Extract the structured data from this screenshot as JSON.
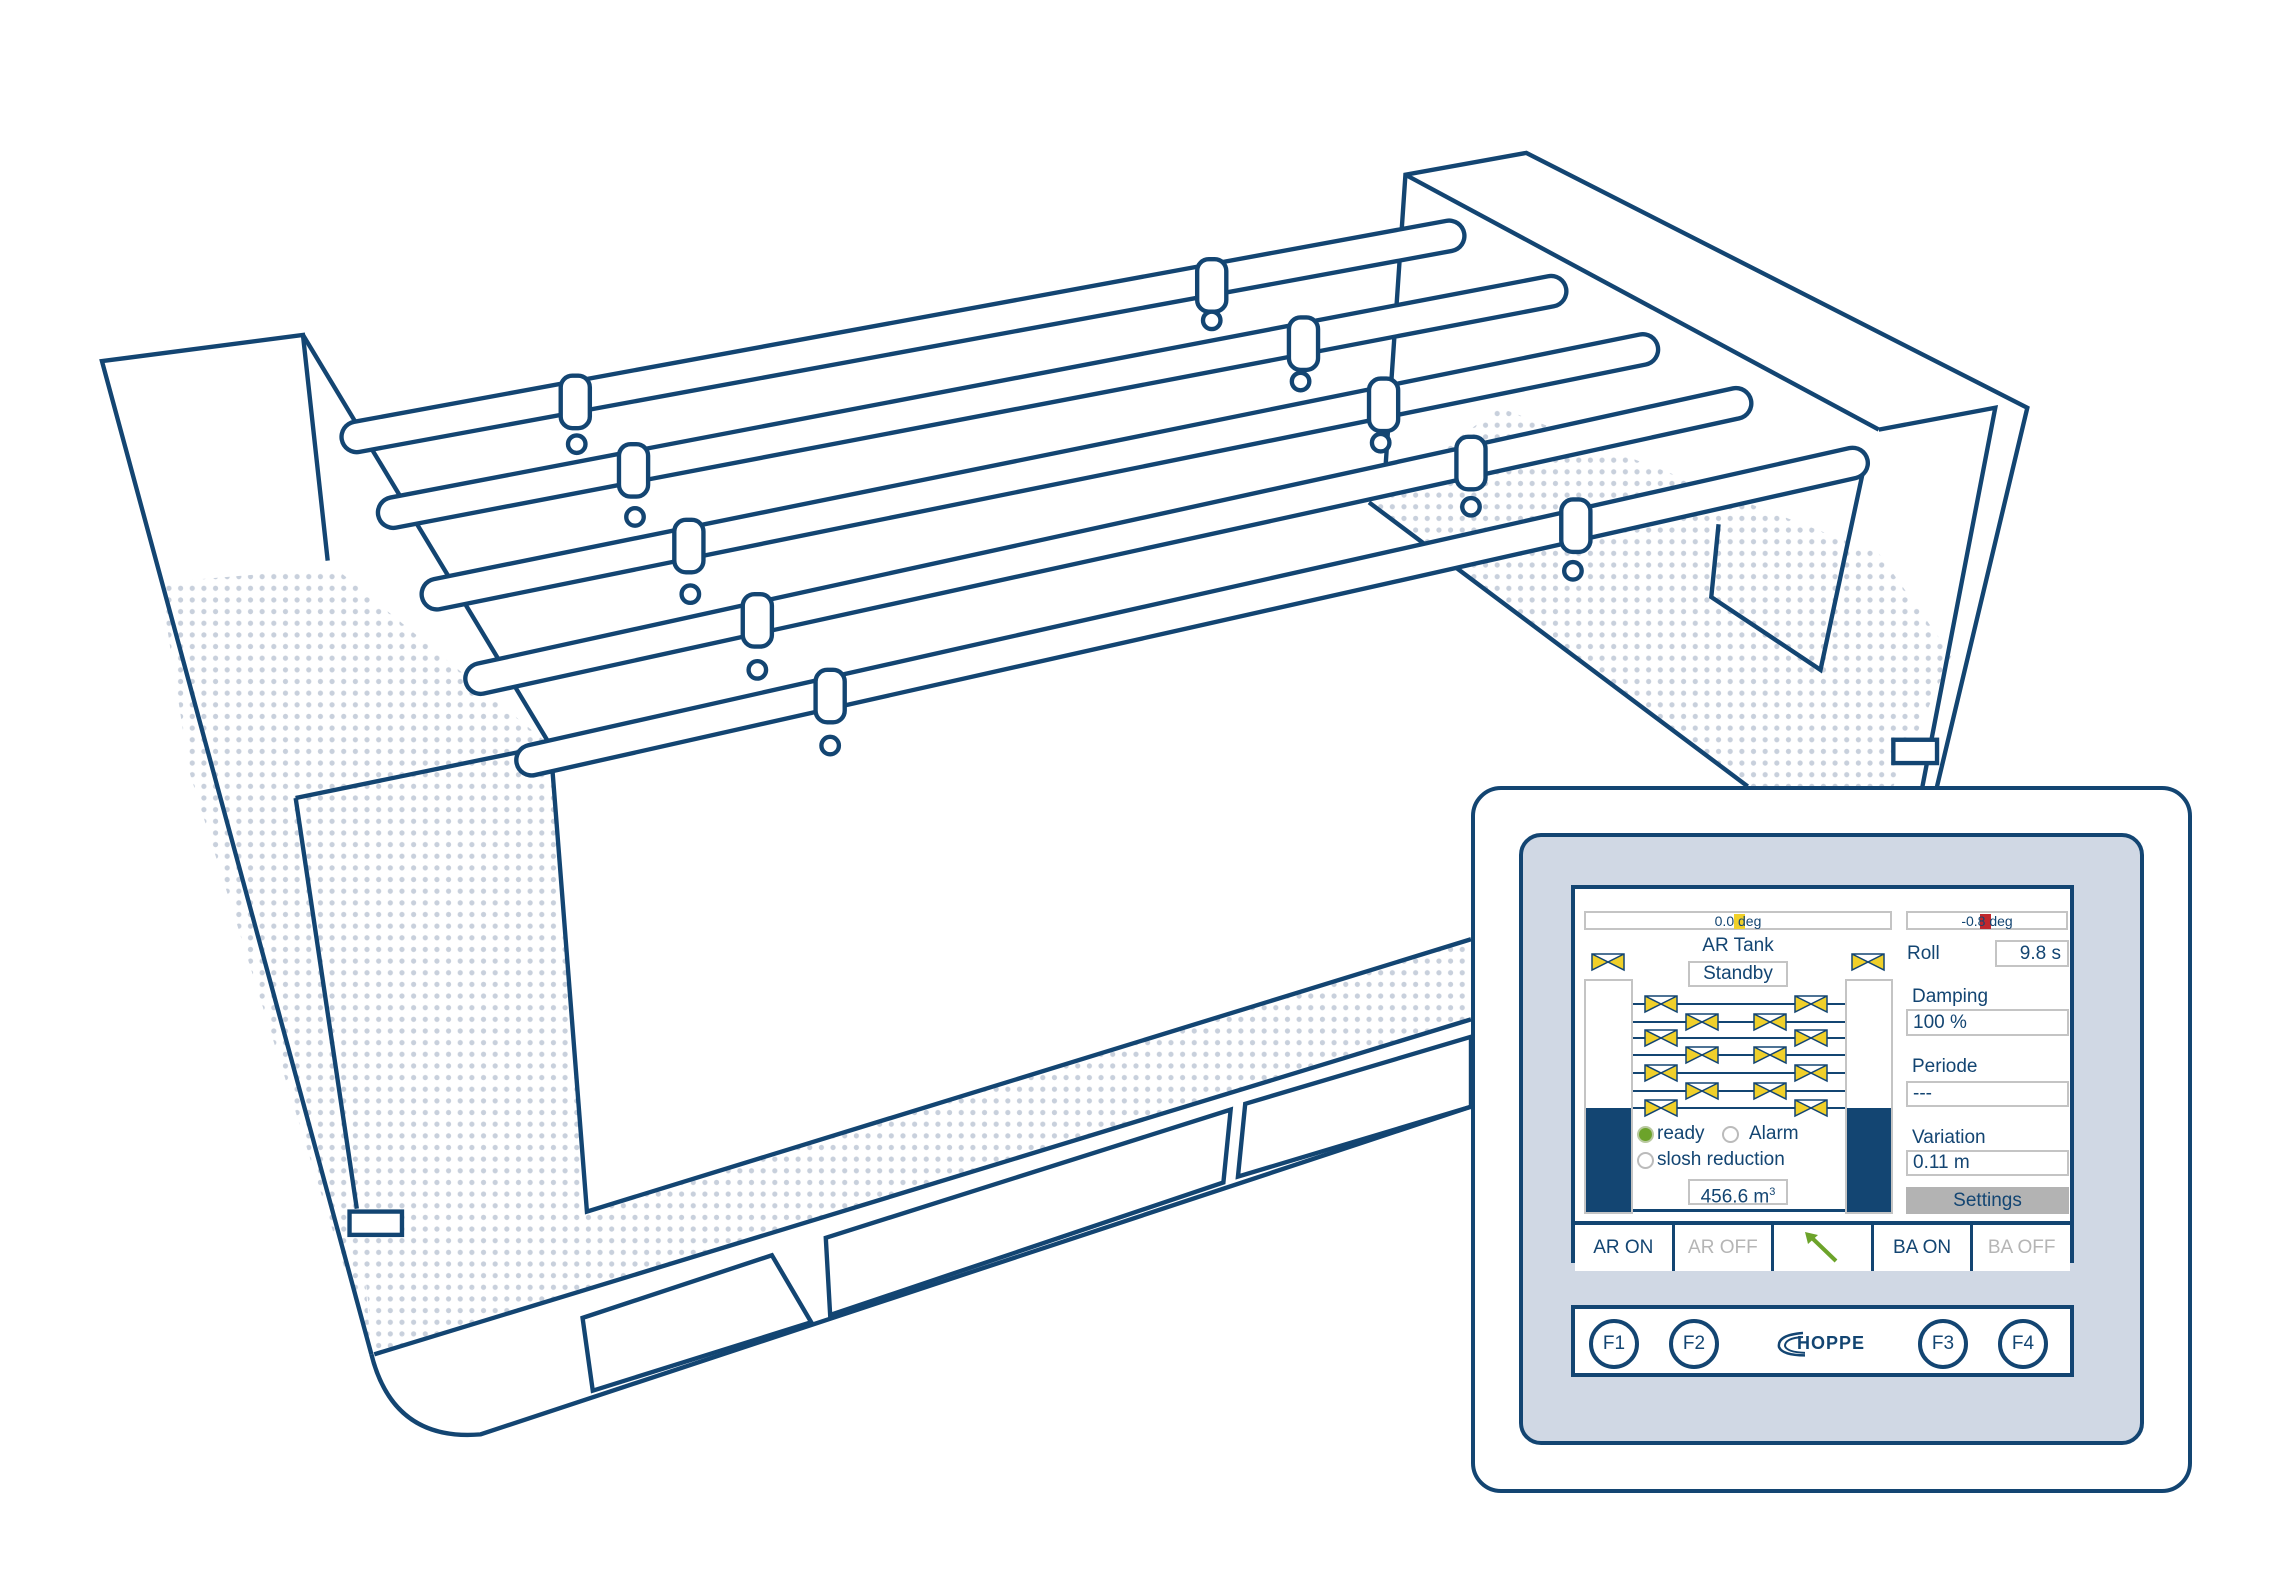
{
  "colors": {
    "navy": "#134572",
    "valve": "#f0d02a",
    "ready": "#6ca32a",
    "alarm_marker": "#c0272d",
    "panel_bg": "#d0d8e4",
    "dots": "#c8d0dc"
  },
  "screen": {
    "left_angle": "0.0 deg",
    "right_angle": "-0.8 deg",
    "tank_title": "AR Tank",
    "tank_status": "Standby",
    "left_tank_level_pct": 45,
    "right_tank_level_pct": 45,
    "status": {
      "ready": "ready",
      "alarm": "Alarm",
      "slosh": "slosh reduction"
    },
    "volume": "456.6 m",
    "volume_unit_sup": "3",
    "roll_label": "Roll",
    "roll_value": "9.8 s",
    "damping_label": "Damping",
    "damping_value": "100 %",
    "periode_label": "Periode",
    "periode_value": "---",
    "variation_label": "Variation",
    "variation_value": "0.11 m",
    "settings_label": "Settings"
  },
  "buttons": [
    {
      "label": "AR ON",
      "enabled": true
    },
    {
      "label": "AR OFF",
      "enabled": false
    },
    {
      "label": "",
      "icon": "arrow-up-left-icon"
    },
    {
      "label": "BA ON",
      "enabled": true
    },
    {
      "label": "BA OFF",
      "enabled": false
    }
  ],
  "function_keys": [
    "F1",
    "F2",
    "F3",
    "F4"
  ],
  "logo": "HOPPE"
}
